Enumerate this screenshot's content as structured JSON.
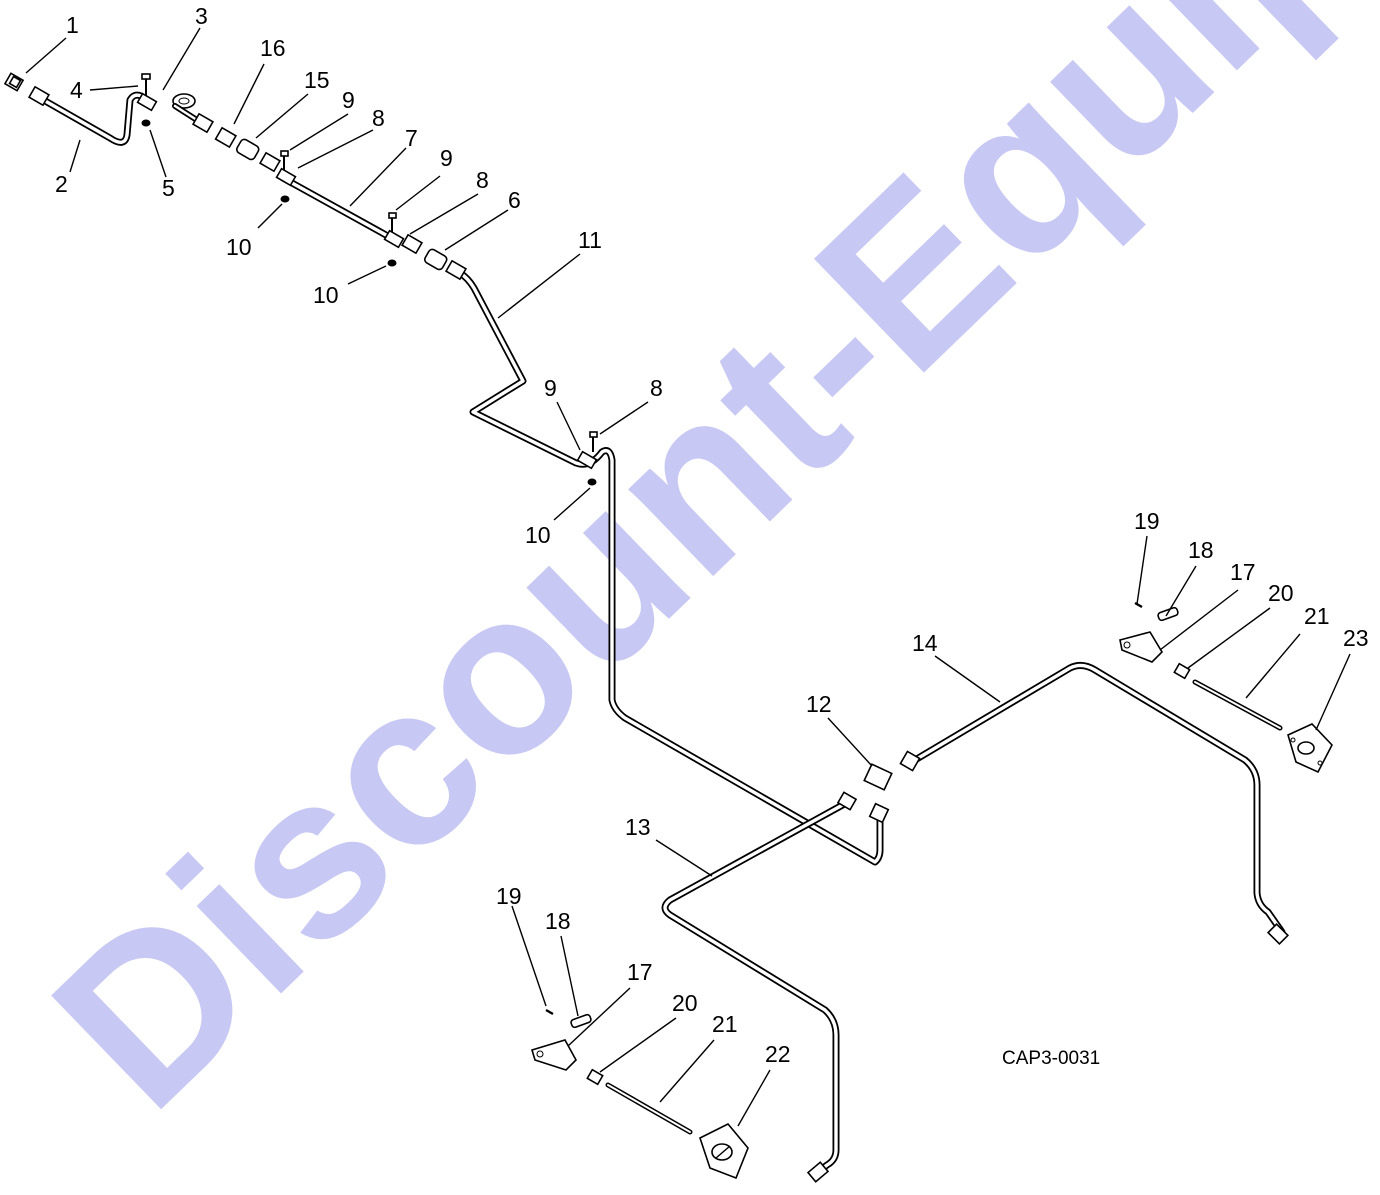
{
  "watermark": {
    "text": "Discount-Equipment.com",
    "color": "#c8c8f4"
  },
  "drawing_code": "CAP3-0031",
  "callouts": [
    {
      "label": "1"
    },
    {
      "label": "2"
    },
    {
      "label": "3"
    },
    {
      "label": "4"
    },
    {
      "label": "5"
    },
    {
      "label": "16"
    },
    {
      "label": "15"
    },
    {
      "label": "9"
    },
    {
      "label": "8"
    },
    {
      "label": "7"
    },
    {
      "label": "10"
    },
    {
      "label": "9"
    },
    {
      "label": "8"
    },
    {
      "label": "6"
    },
    {
      "label": "10"
    },
    {
      "label": "11"
    },
    {
      "label": "9"
    },
    {
      "label": "8"
    },
    {
      "label": "10"
    },
    {
      "label": "12"
    },
    {
      "label": "13"
    },
    {
      "label": "14"
    },
    {
      "label": "19"
    },
    {
      "label": "18"
    },
    {
      "label": "17"
    },
    {
      "label": "20"
    },
    {
      "label": "21"
    },
    {
      "label": "23"
    },
    {
      "label": "19"
    },
    {
      "label": "18"
    },
    {
      "label": "17"
    },
    {
      "label": "20"
    },
    {
      "label": "21"
    },
    {
      "label": "22"
    }
  ]
}
